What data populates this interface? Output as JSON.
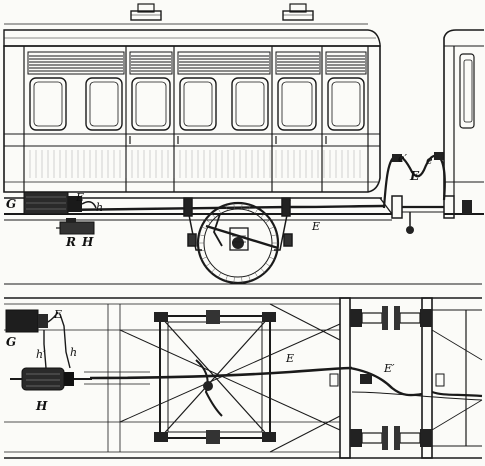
{
  "labels": {
    "side_view": {
      "G": "G",
      "E_small": "E",
      "h": "h",
      "R": "R",
      "H": "H",
      "E_main": "E",
      "e_prime": "e′",
      "E_coupling": "E",
      "e": "e"
    },
    "plan_view": {
      "G": "G",
      "E_small": "E",
      "h_prime": "h′",
      "h": "h",
      "H": "H",
      "E_main": "E",
      "E_prime": "E′"
    }
  },
  "colors": {
    "ink": "#1a1a1a",
    "paper": "#fbfbf8",
    "hatch": "#555555"
  }
}
